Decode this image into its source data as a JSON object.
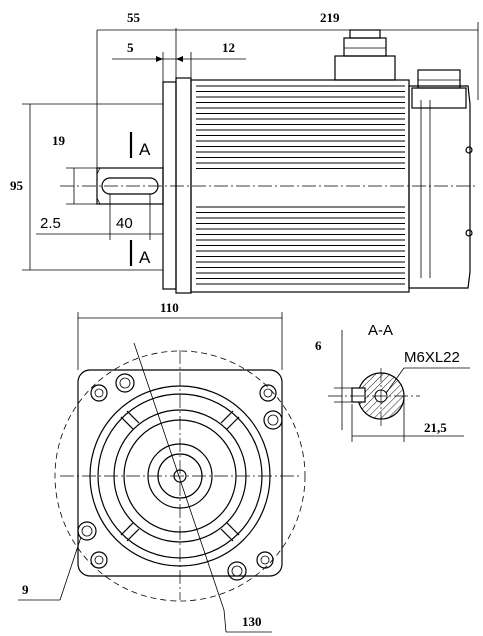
{
  "side_view": {
    "dim_overall_length": "219",
    "dim_flange_to_shaft_end": "55",
    "dim_flange_step": "5",
    "dim_flange_thickness": "12",
    "dim_shaft_diameter": "19",
    "dim_pilot_diameter": "95",
    "dim_shaft_offset": "2.5",
    "dim_key_length": "40",
    "section_mark_label": "A"
  },
  "front_view": {
    "dim_flange_square": "110",
    "dim_bolt_circle": "130",
    "dim_mount_hole": "9"
  },
  "section_view": {
    "title": "A-A",
    "thread_label": "M6XL22",
    "dim_key_width": "6",
    "dim_key_height": "21,5"
  }
}
